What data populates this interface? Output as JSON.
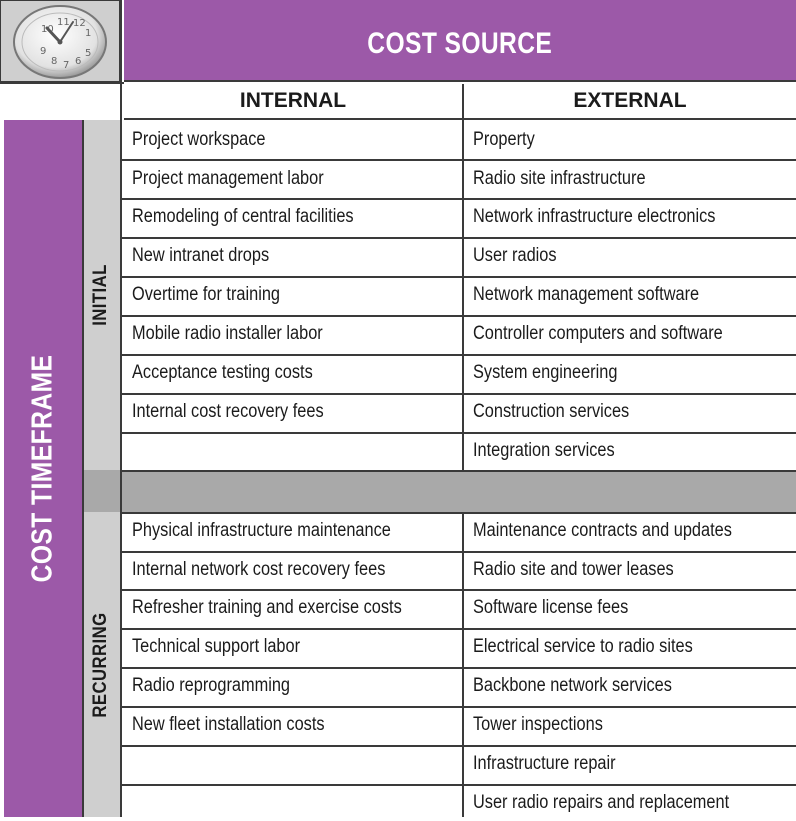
{
  "title": "COST SOURCE",
  "columns": [
    "INTERNAL",
    "EXTERNAL"
  ],
  "row_axis_label": "COST TIMEFRAME",
  "groups": [
    {
      "label": "INITIAL",
      "internal": [
        "Project workspace",
        "Project management labor",
        "Remodeling of central facilities",
        "New intranet drops",
        "Overtime for training",
        "Mobile radio installer labor",
        "Acceptance testing costs",
        "Internal cost recovery fees",
        ""
      ],
      "external": [
        "Property",
        "Radio site infrastructure",
        "Network infrastructure electronics",
        "User radios",
        "Network management software",
        "Controller computers and software",
        "System engineering",
        "Construction services",
        "Integration services"
      ]
    },
    {
      "label": "RECURRING",
      "internal": [
        "Physical infrastructure maintenance",
        "Internal network cost recovery fees",
        "Refresher training and exercise costs",
        "Technical support labor",
        "Radio reprogramming",
        "New fleet installation costs",
        "",
        ""
      ],
      "external": [
        "Maintenance contracts and updates",
        "Radio site and tower leases",
        "Software license fees",
        "Electrical service to radio sites",
        "Backbone network services",
        "Tower inspections",
        "Infrastructure repair",
        "User radio repairs and replacement"
      ]
    }
  ],
  "colors": {
    "accent": "#9c59a8",
    "gray_light": "#cfcfcf",
    "gray_dark": "#a9a9a9",
    "line": "#3a3a3a"
  },
  "icons": [
    "clock-icon"
  ]
}
